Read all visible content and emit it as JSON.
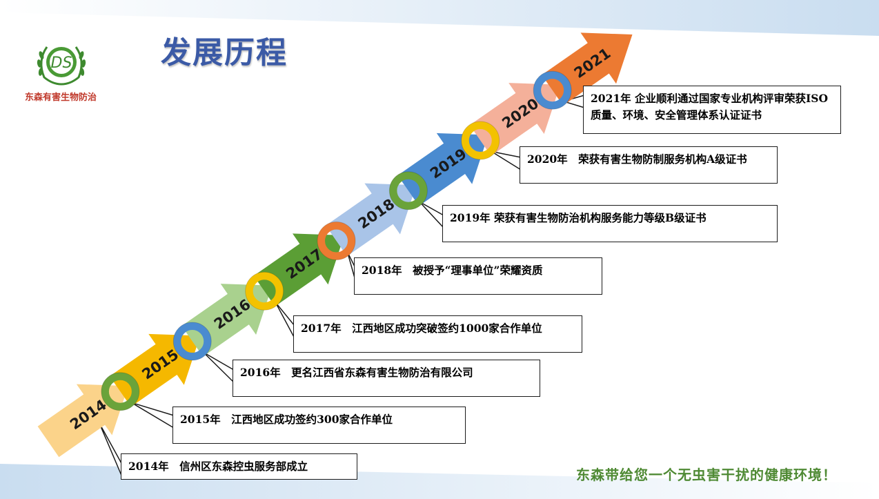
{
  "logo": {
    "name": "东森有害生物防治",
    "icon": "ds-monogram-laurel-icon"
  },
  "title": "发展历程",
  "slogan": "东森带给您一个无虫害干扰的健康环境！",
  "timeline": [
    {
      "year": "2014",
      "color": "#fbd38a",
      "ring": null,
      "event": "2014年　信州区东森控虫服务部成立"
    },
    {
      "year": "2015",
      "color": "#f5b800",
      "ring": "#6aa33a",
      "event": "2015年　江西地区成功签约300家合作单位"
    },
    {
      "year": "2016",
      "color": "#a9d18e",
      "ring": "#4a8bd0",
      "event": "2016年　更名江西省东森有害生物防治有限公司"
    },
    {
      "year": "2017",
      "color": "#5b9e35",
      "ring": "#f3c200",
      "event": "2017年　江西地区成功突破签约1000家合作单位"
    },
    {
      "year": "2018",
      "color": "#a9c4e8",
      "ring": "#ec7a32",
      "event": "2018年　被授予“理事单位”荣耀资质"
    },
    {
      "year": "2019",
      "color": "#4a8bd0",
      "ring": "#6aa33a",
      "event": "2019年 荣获有害生物防治机构服务能力等级B级证书"
    },
    {
      "year": "2020",
      "color": "#f4b09a",
      "ring": "#f3c200",
      "event": "2020年　荣获有害生物防制服务机构A级证书"
    },
    {
      "year": "2021",
      "color": "#ec7a32",
      "ring": "#4a8bd0",
      "event": "2021年 企业顺利通过国家专业机构评审荣获ISO质量、环境、安全管理体系认证证书"
    }
  ]
}
